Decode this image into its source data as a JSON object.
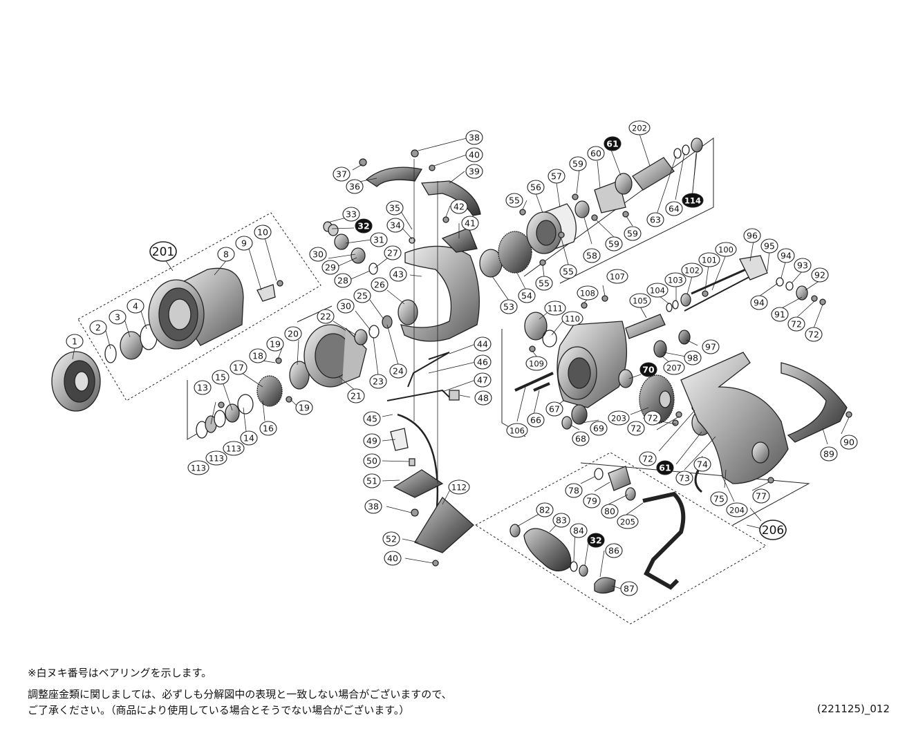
{
  "parts": {
    "p1": "1",
    "p2": "2",
    "p3": "3",
    "p4": "4",
    "p8": "8",
    "p9": "9",
    "p10": "10",
    "p13": "13",
    "p14": "14",
    "p15": "15",
    "p16": "16",
    "p17": "17",
    "p18": "18",
    "p19a": "19",
    "p19b": "19",
    "p20": "20",
    "p21": "21",
    "p22": "22",
    "p23": "23",
    "p24": "24",
    "p25": "25",
    "p26": "26",
    "p27": "27",
    "p28": "28",
    "p29": "29",
    "p30a": "30",
    "p30b": "30",
    "p31": "31",
    "p32a": "32",
    "p32b": "32",
    "p33": "33",
    "p34": "34",
    "p35": "35",
    "p36": "36",
    "p37": "37",
    "p38a": "38",
    "p38b": "38",
    "p39": "39",
    "p40a": "40",
    "p40b": "40",
    "p41": "41",
    "p42": "42",
    "p43": "43",
    "p44": "44",
    "p45": "45",
    "p46": "46",
    "p47": "47",
    "p48": "48",
    "p49": "49",
    "p50": "50",
    "p51": "51",
    "p52": "52",
    "p53": "53",
    "p54": "54",
    "p55a": "55",
    "p55b": "55",
    "p55c": "55",
    "p56": "56",
    "p57": "57",
    "p58": "58",
    "p59a": "59",
    "p59b": "59",
    "p59c": "59",
    "p60": "60",
    "p61a": "61",
    "p61b": "61",
    "p63": "63",
    "p64": "64",
    "p66": "66",
    "p67": "67",
    "p68": "68",
    "p69": "69",
    "p70": "70",
    "p72a": "72",
    "p72b": "72",
    "p72c": "72",
    "p72d": "72",
    "p72e": "72",
    "p73": "73",
    "p74": "74",
    "p75": "75",
    "p77": "77",
    "p78": "78",
    "p79": "79",
    "p80": "80",
    "p82": "82",
    "p83": "83",
    "p84": "84",
    "p86": "86",
    "p87": "87",
    "p89": "89",
    "p90": "90",
    "p91": "91",
    "p92": "92",
    "p93": "93",
    "p94a": "94",
    "p94b": "94",
    "p95": "95",
    "p96": "96",
    "p97": "97",
    "p98": "98",
    "p100": "100",
    "p101": "101",
    "p102": "102",
    "p103": "103",
    "p104": "104",
    "p105": "105",
    "p106": "106",
    "p107": "107",
    "p108": "108",
    "p109": "109",
    "p110": "110",
    "p111": "111",
    "p112": "112",
    "p113a": "113",
    "p113b": "113",
    "p113c": "113",
    "p114": "114",
    "p201": "201",
    "p202": "202",
    "p203": "203",
    "p204": "204",
    "p205": "205",
    "p206": "206",
    "p207": "207"
  },
  "notes": {
    "bearing_note": "※白ヌキ番号はベアリングを示します。",
    "shim_note_1": "調整座金類に関しましては、必ずしも分解図中の表現と一致しない場合がございますので、",
    "shim_note_2": "ご了承ください。（商品により使用している場合とそうでない場合がございます。）"
  },
  "diagram_code": "(221125)_012"
}
